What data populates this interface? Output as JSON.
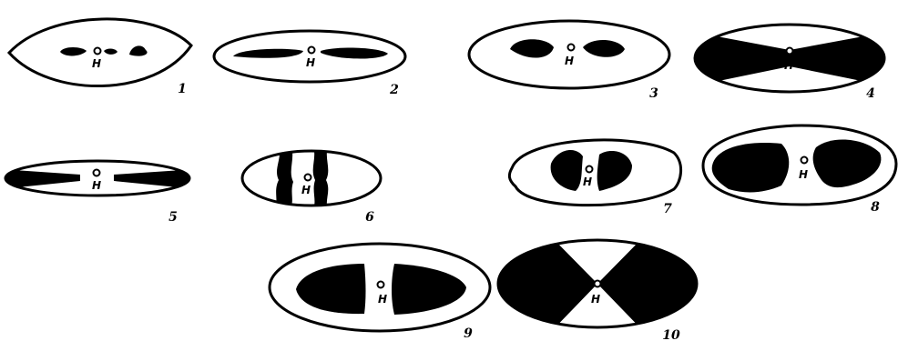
{
  "nucleus_label": "Н",
  "figures": [
    {
      "number": "1"
    },
    {
      "number": "2"
    },
    {
      "number": "3"
    },
    {
      "number": "4"
    },
    {
      "number": "5"
    },
    {
      "number": "6"
    },
    {
      "number": "7"
    },
    {
      "number": "8"
    },
    {
      "number": "9"
    },
    {
      "number": "10"
    }
  ]
}
